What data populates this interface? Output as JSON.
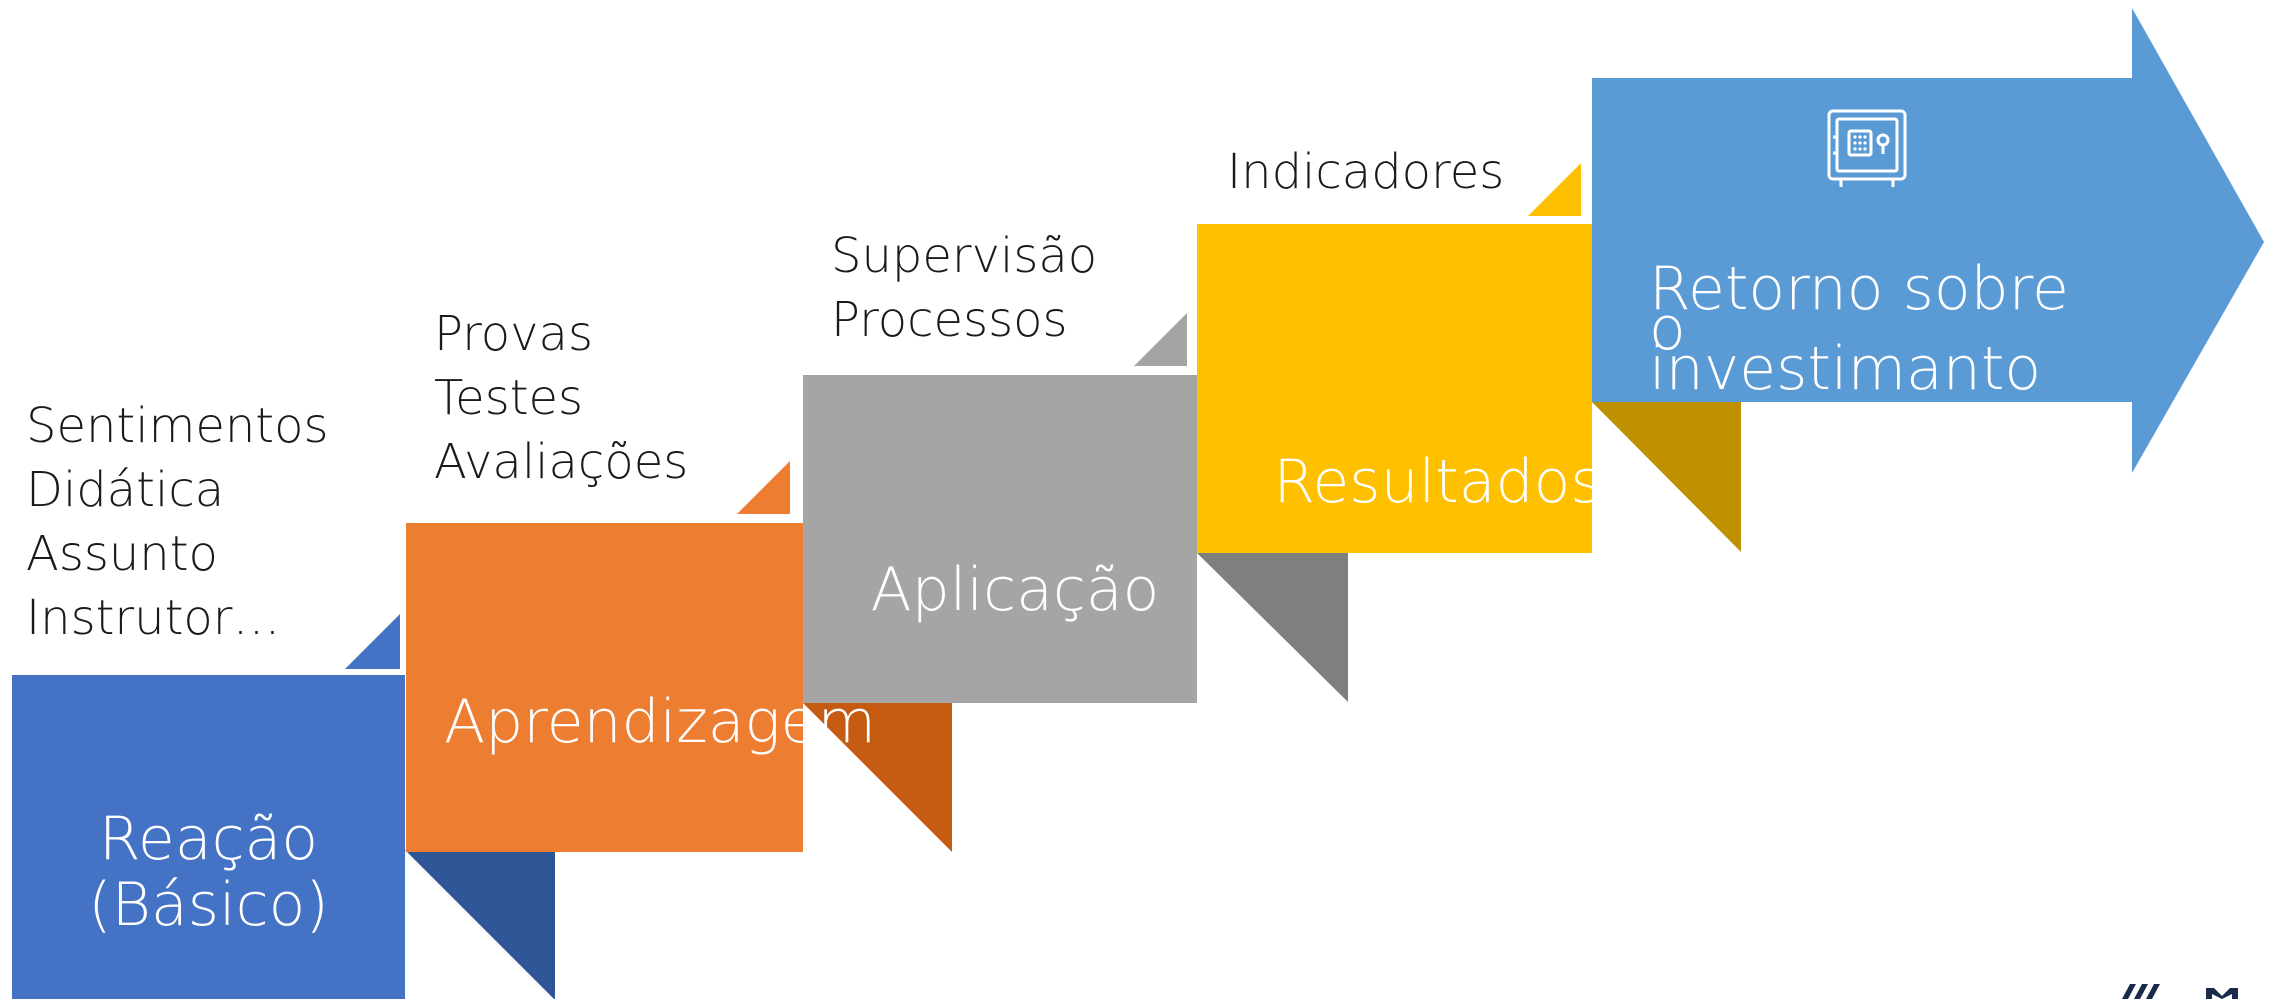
{
  "diagram": {
    "steps": [
      {
        "id": "reacao",
        "label_lines": [
          "Reação",
          "(Básico)"
        ],
        "descriptors": [
          "Sentimentos",
          "Didática",
          "Assunto",
          "Instrutor…"
        ],
        "color": "#4472C4",
        "shadow_color": "#2F5597"
      },
      {
        "id": "aprendizagem",
        "label_lines": [
          "Aprendizagem"
        ],
        "descriptors": [
          "Provas",
          "Testes",
          "Avaliações"
        ],
        "color": "#ED7D31",
        "shadow_color": "#C55A11"
      },
      {
        "id": "aplicacao",
        "label_lines": [
          "Aplicação"
        ],
        "descriptors": [
          "Supervisão",
          "Processos"
        ],
        "color": "#A5A5A5",
        "shadow_color": "#7F7F7F"
      },
      {
        "id": "resultados",
        "label_lines": [
          "Resultados"
        ],
        "descriptors": [
          "Indicadores"
        ],
        "color": "#FFC000",
        "shadow_color": "#BF9000"
      }
    ],
    "final_step": {
      "label_lines": [
        "Retorno sobre o",
        "investimanto"
      ],
      "icon": "safe-icon",
      "color": "#5B9BD5"
    }
  }
}
